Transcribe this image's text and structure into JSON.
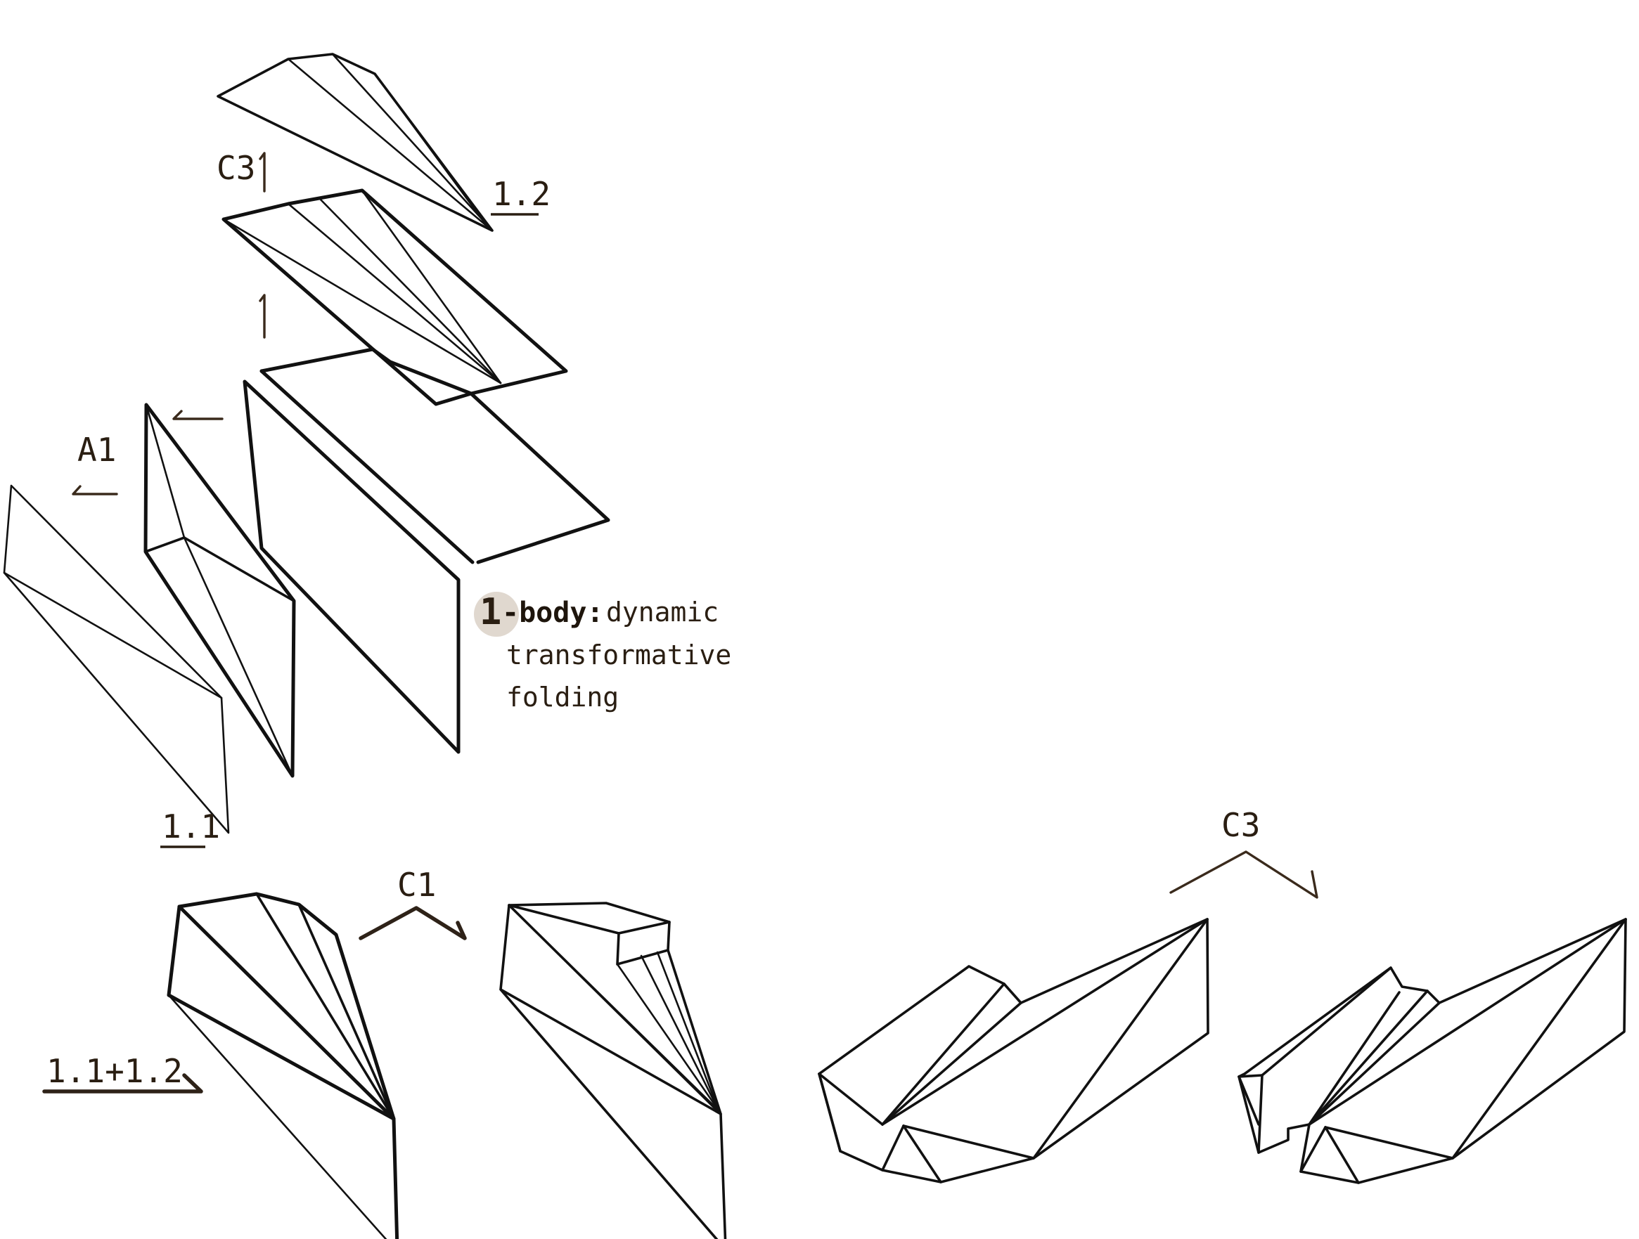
{
  "labels": {
    "c3_top": "C3",
    "part_1_2": "1.2",
    "a1": "A1",
    "part_1_1": "1.1",
    "c1": "C1",
    "c3_right": "C3",
    "combo": "1.1+1.2"
  },
  "caption": {
    "number": "1",
    "name": "-body:",
    "line1": "dynamic",
    "line2": "transformative",
    "line3": "folding"
  },
  "colors": {
    "stroke": "#111111",
    "label": "#2a1e12",
    "caption_dot": "#e0d8cf"
  }
}
